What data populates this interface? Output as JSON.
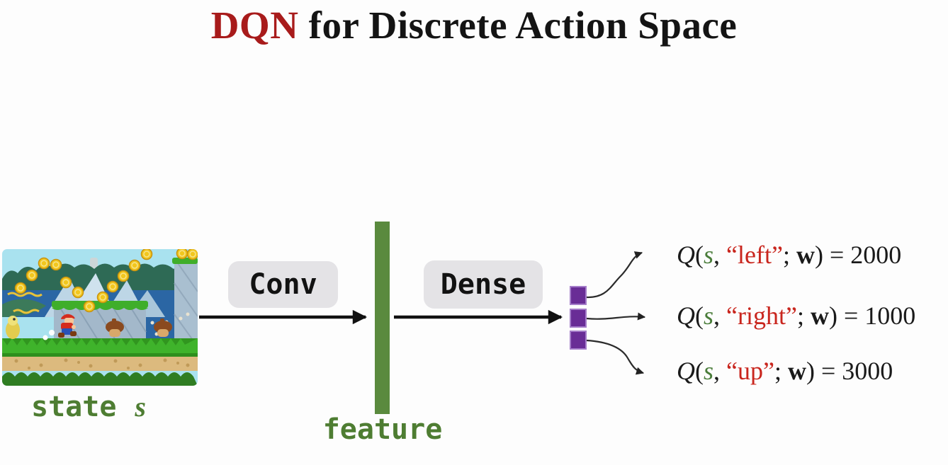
{
  "title": {
    "dqn": "DQN",
    "rest": " for Discrete Action Space"
  },
  "pipeline": {
    "conv_label": "Conv",
    "dense_label": "Dense",
    "state_word": "state",
    "state_symbol": "s",
    "feature_label": "feature"
  },
  "equation_parts": {
    "q": "Q",
    "open": "(",
    "state": "s",
    "comma": ", ",
    "semicolon": "; ",
    "weights": "w",
    "close_equals": ") = "
  },
  "outputs": [
    {
      "action": "“left”",
      "value": "2000"
    },
    {
      "action": "“right”",
      "value": "1000"
    },
    {
      "action": "“up”",
      "value": "3000"
    }
  ],
  "game_scene": {
    "name": "super-mario-level-screenshot",
    "elements": [
      "sky",
      "coins",
      "ice-mountains",
      "stone-wall",
      "mario",
      "goombas",
      "koopa",
      "grass",
      "dirt"
    ]
  },
  "colors": {
    "title_accent": "#a81b1b",
    "label_green": "#4e7d32",
    "bar_green": "#5a8a3e",
    "node_purple": "#692d96",
    "action_red": "#c9261e",
    "pill_gray": "#e4e3e6",
    "arrow_black": "#111111",
    "connector_gray": "#2b2b2b"
  }
}
